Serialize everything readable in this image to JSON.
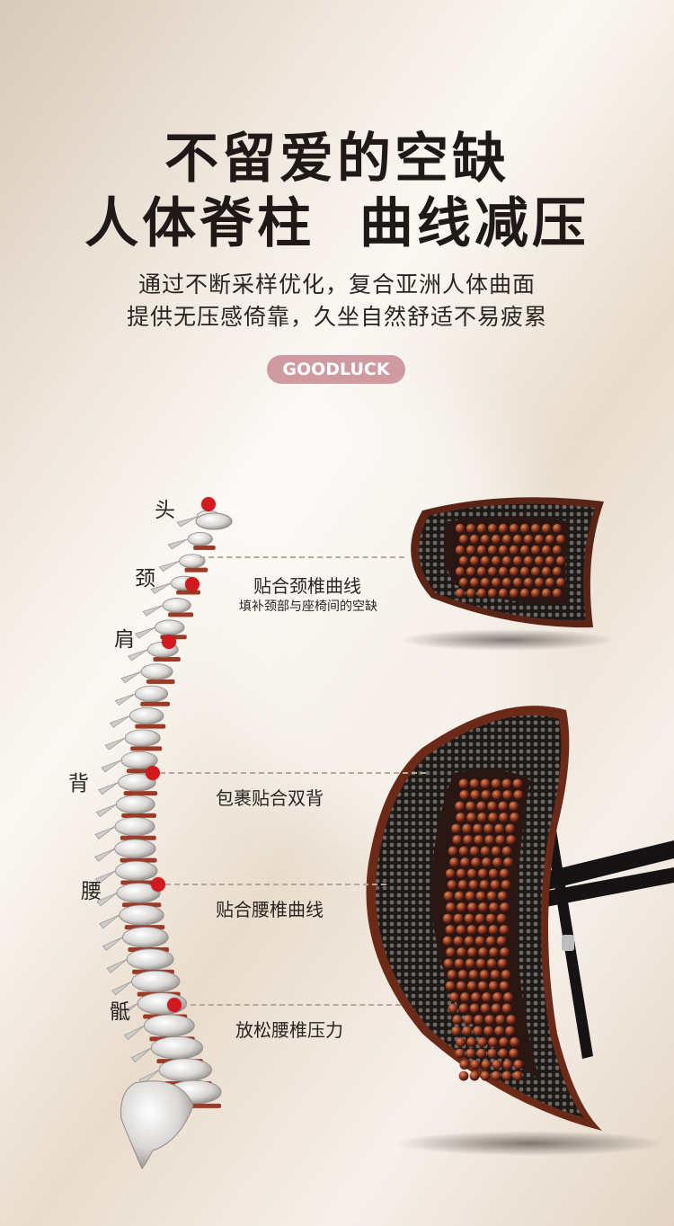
{
  "headline": {
    "line1": "不留爱的空缺",
    "line2": "人体脊柱  曲线减压"
  },
  "subtitle": {
    "line1": "通过不断采样优化，复合亚洲人体曲面",
    "line2": "提供无压感倚靠，久坐自然舒适不易疲累"
  },
  "badge": "GOODLUCK",
  "spine_labels": {
    "head": "头",
    "neck": "颈",
    "shoulder": "肩",
    "back": "背",
    "waist": "腰",
    "sacrum": "骶"
  },
  "features": {
    "neck_title": "贴合颈椎曲线",
    "neck_desc": "填补颈部与座椅间的空缺",
    "back": "包裹贴合双背",
    "waist": "贴合腰椎曲线",
    "sacrum": "放松腰椎压力"
  },
  "colors": {
    "marker": "#d01a1f",
    "badge": "#cf9ba0",
    "bead": "#8a3420"
  }
}
